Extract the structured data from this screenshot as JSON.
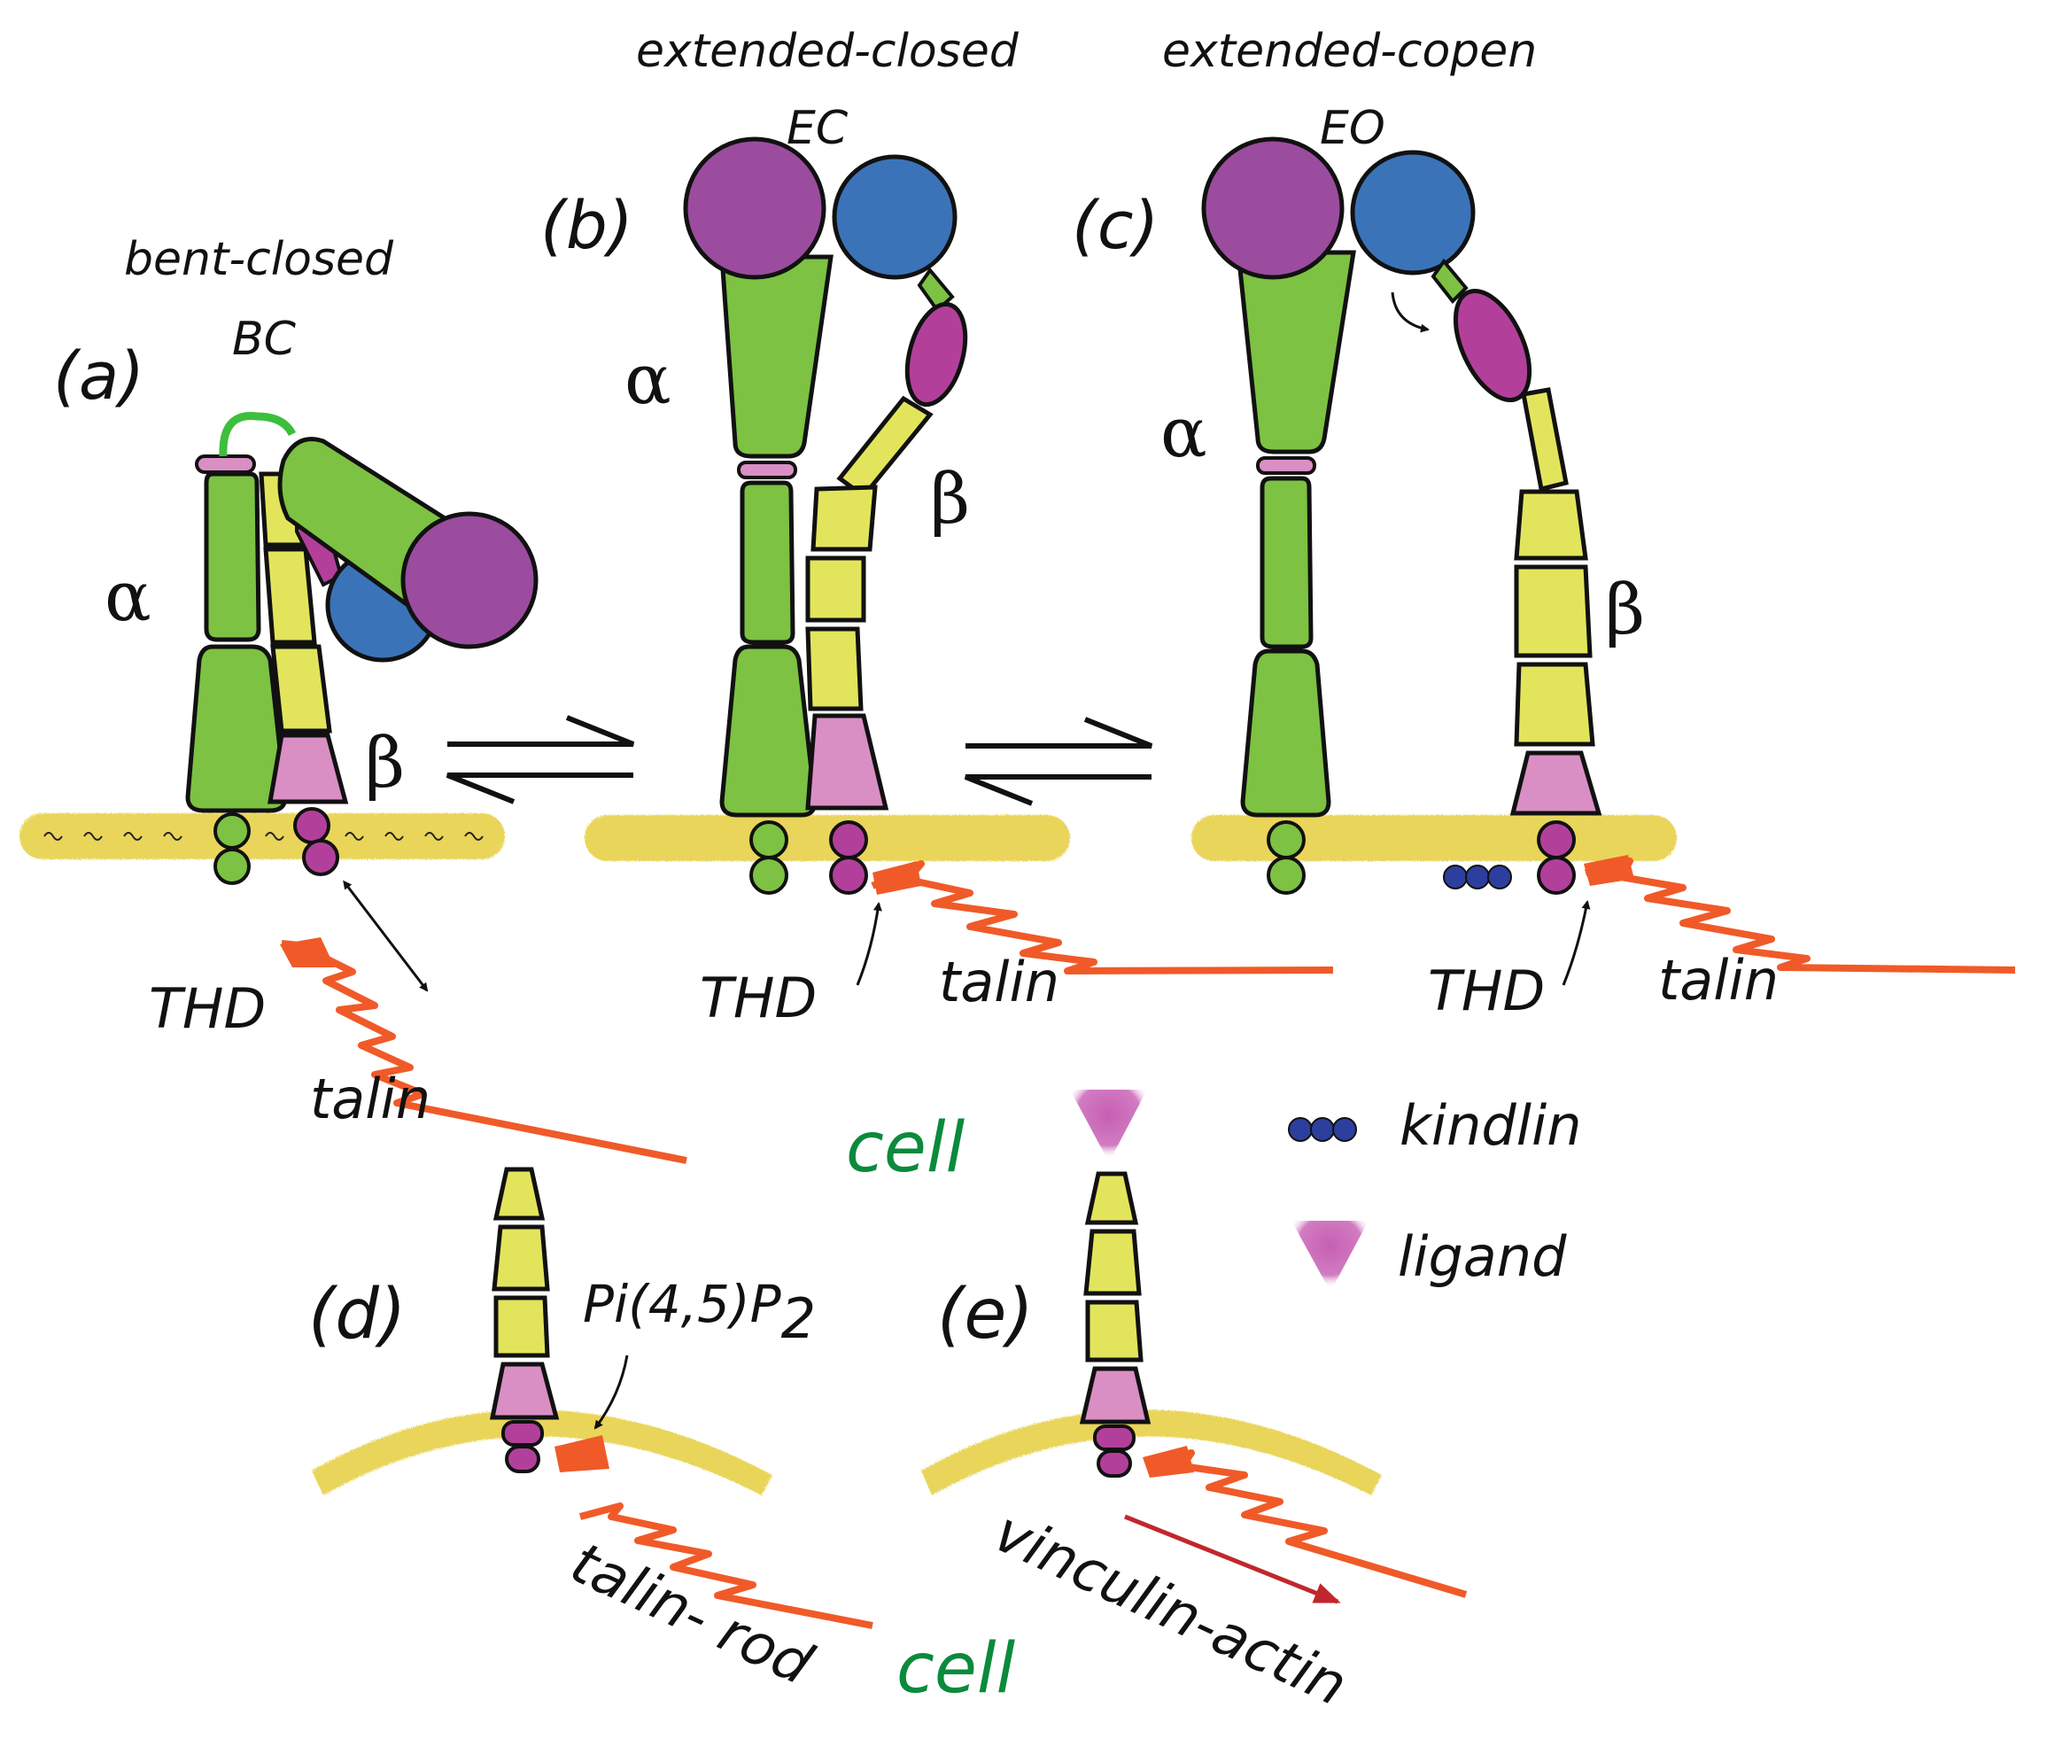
{
  "panels": {
    "a": {
      "letter": "(a)",
      "state": "bent-closed",
      "abbr": "BC",
      "alpha": "α",
      "beta": "β",
      "thd": "THD",
      "talin": "talin"
    },
    "b": {
      "letter": "(b)",
      "state": "extended-closed",
      "abbr": "EC",
      "alpha": "α",
      "beta": "β",
      "thd": "THD",
      "talin": "talin"
    },
    "c": {
      "letter": "(c)",
      "state": "extended-copen",
      "abbr": "EO",
      "alpha": "α",
      "beta": "β",
      "thd": "THD",
      "talin": "talin"
    },
    "d": {
      "letter": "(d)",
      "lipid": "Pi(4,5)P",
      "lipid_sub": "2",
      "rod": "talin- rod",
      "cell": "cell"
    },
    "e": {
      "letter": "(e)",
      "vinculin": "vinculin-actin"
    }
  },
  "legend": {
    "cell": "cell",
    "kindlin": "kindlin",
    "ligand": "ligand"
  },
  "colors": {
    "alpha_green": "#7dc242",
    "beta_yellow": "#e2e55c",
    "beta_pink": "#d98fc4",
    "magenta_tm": "#b2409a",
    "head_purple": "#9b4c9e",
    "head_blue": "#3b73b9",
    "talin_orange": "#f05a28",
    "membrane": "#e9d55a",
    "kindlin_blue": "#2c3f9e",
    "cell_green": "#0a8a3c",
    "arrow_red": "#c1272d"
  }
}
